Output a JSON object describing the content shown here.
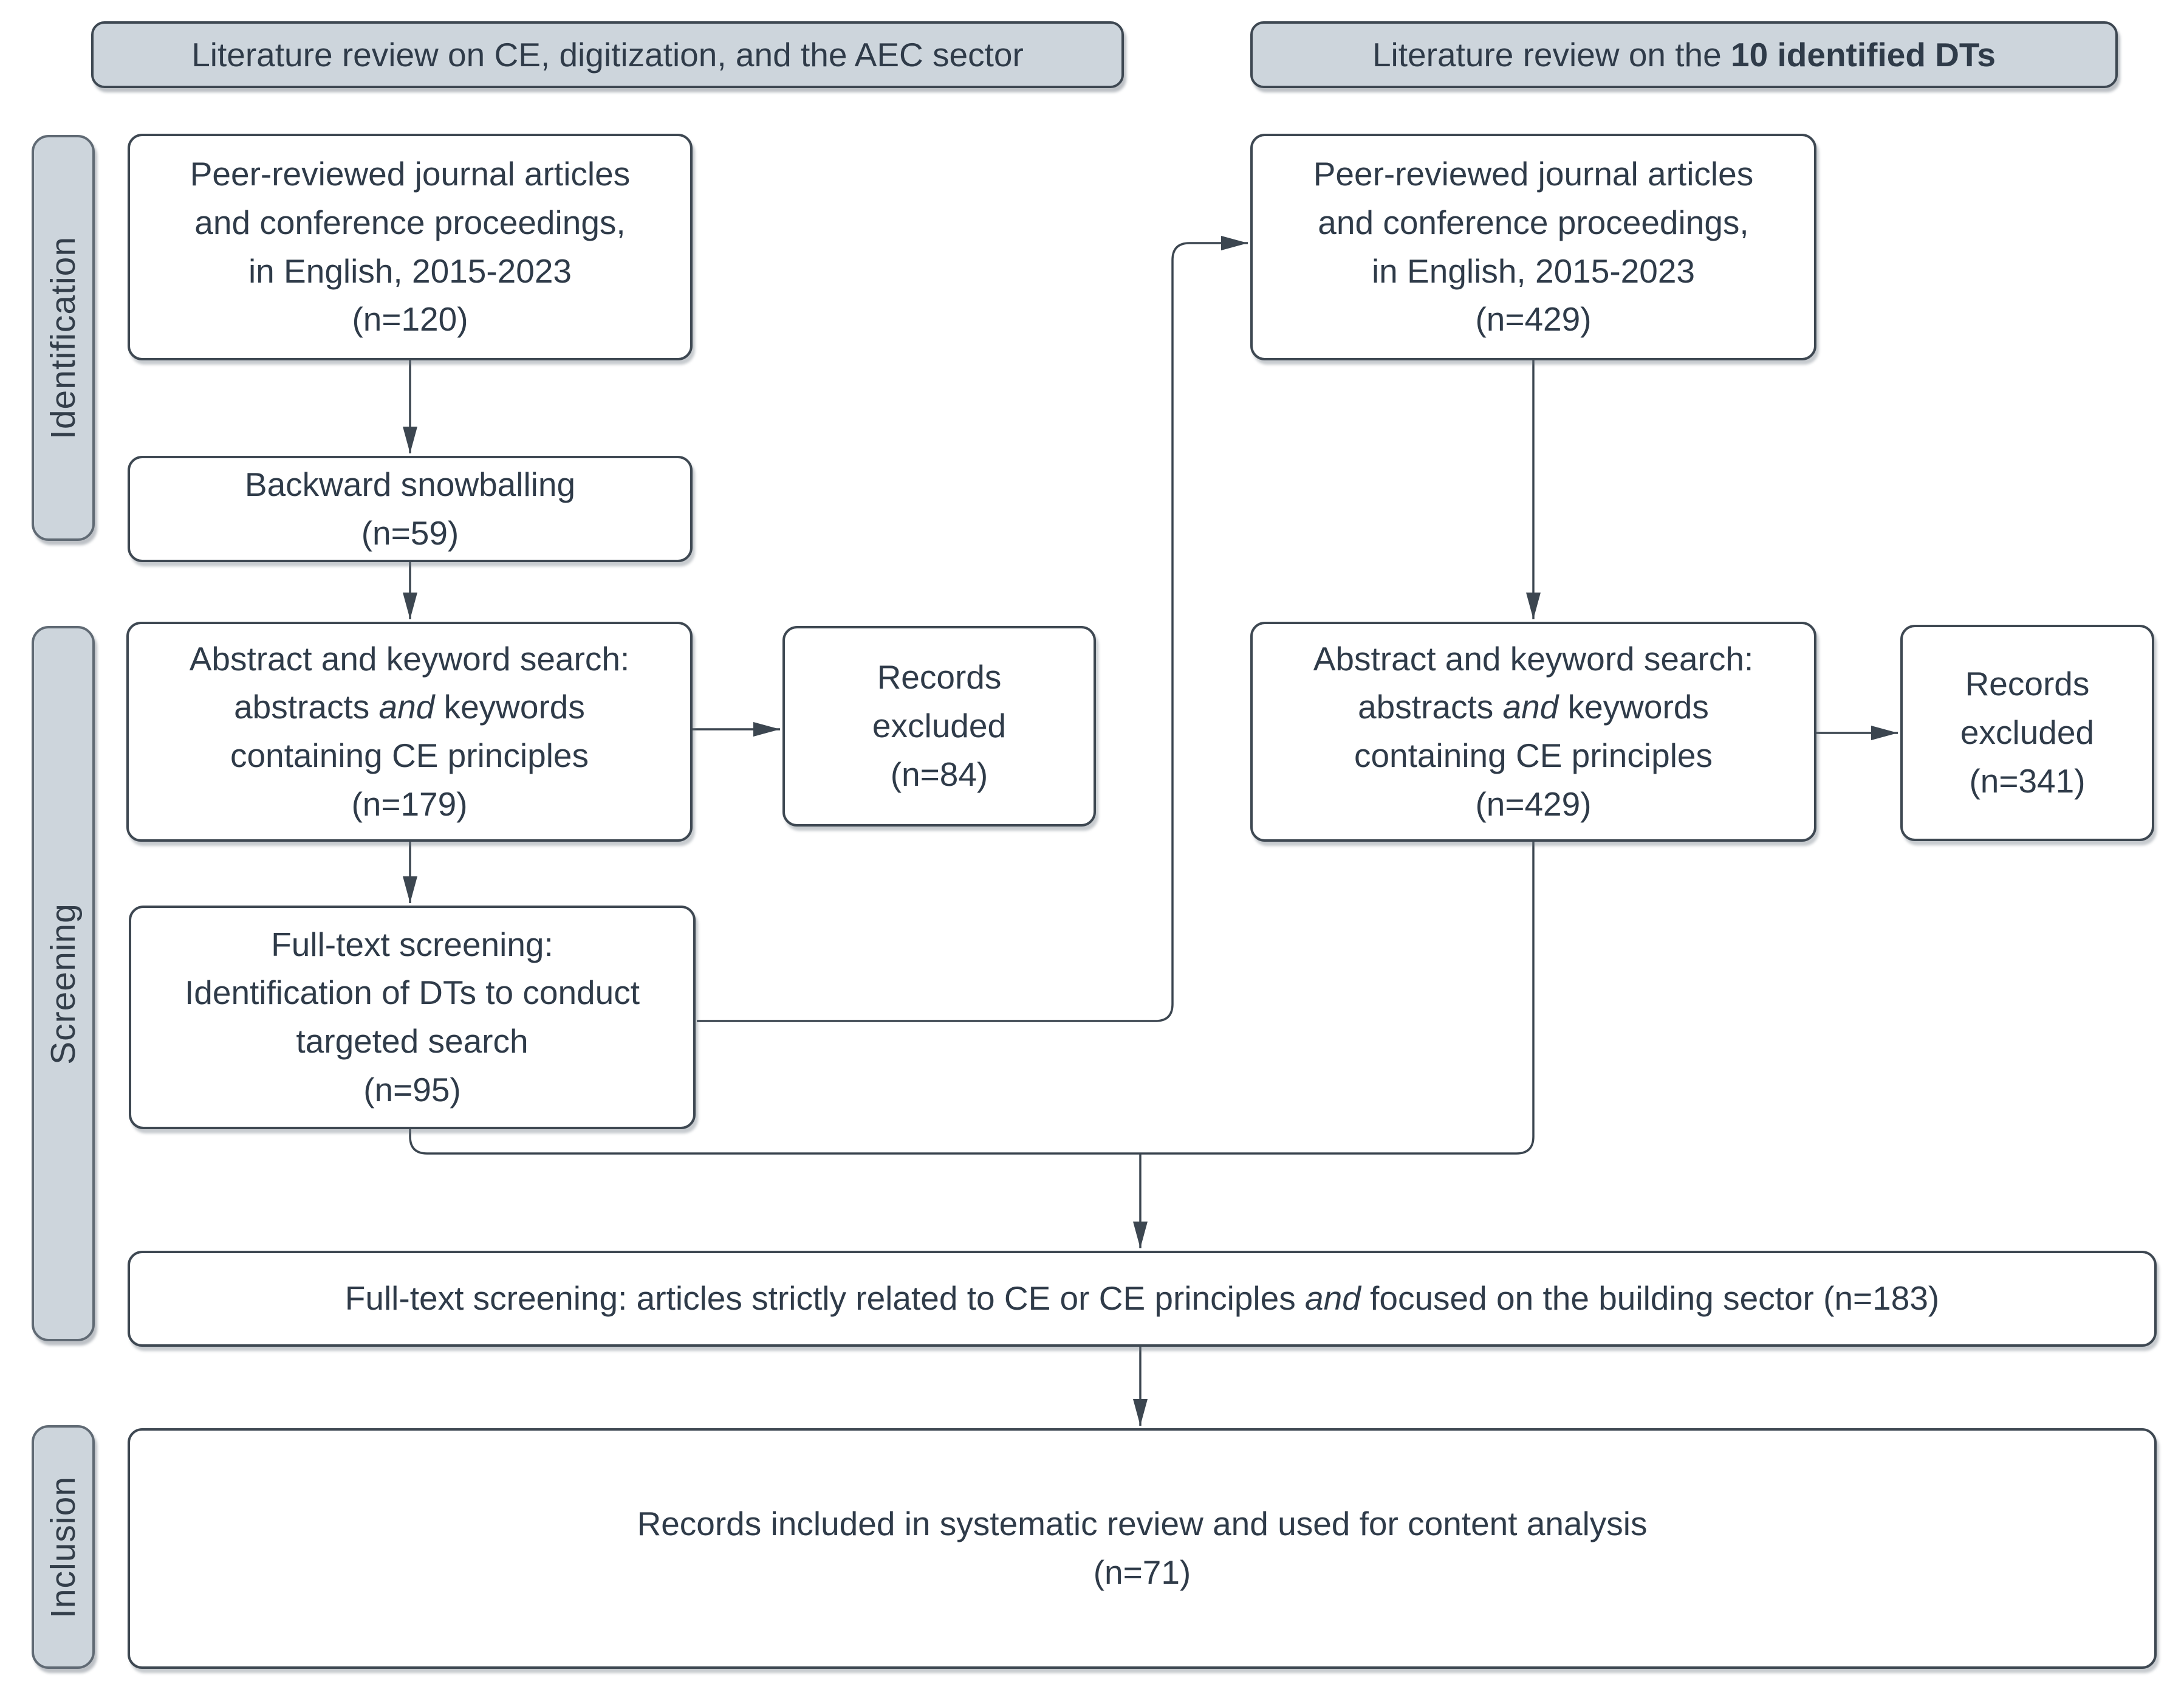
{
  "headers": {
    "left": "Literature review on CE, digitization, and the AEC sector",
    "right_parts": [
      {
        "text": "Literature review on the "
      },
      {
        "text": "10 identified DTs",
        "bold": true
      }
    ]
  },
  "sidebar": {
    "identification": "Identification",
    "screening": "Screening",
    "inclusion": "Inclusion"
  },
  "left_column": {
    "peer_reviewed": "Peer-reviewed journal articles\nand conference proceedings,\nin English, 2015-2023\n(n=120)",
    "backward_snowballing": "Backward snowballing\n(n=59)",
    "abstract_search_parts": [
      {
        "text": "Abstract and keyword search:\nabstracts "
      },
      {
        "text": "and",
        "italic": true
      },
      {
        "text": " keywords\ncontaining CE principles\n(n=179)"
      }
    ],
    "fulltext_screening": "Full-text screening:\nIdentification of DTs to conduct\ntargeted search\n(n=95)",
    "records_excluded": "Records\nexcluded\n(n=84)"
  },
  "right_column": {
    "peer_reviewed": "Peer-reviewed journal articles\nand conference proceedings,\nin English, 2015-2023\n(n=429)",
    "abstract_search_parts": [
      {
        "text": "Abstract and keyword search:\nabstracts "
      },
      {
        "text": "and",
        "italic": true
      },
      {
        "text": " keywords\ncontaining CE principles\n(n=429)"
      }
    ],
    "records_excluded": "Records\nexcluded\n(n=341)"
  },
  "bottom": {
    "fulltext_wide_parts": [
      {
        "text": "Full-text screening: articles strictly related to CE or CE principles "
      },
      {
        "text": "and",
        "italic": true
      },
      {
        "text": " focused on the building sector (n=183)"
      }
    ],
    "included": "Records included in systematic review and used for content analysis\n(n=71)"
  },
  "colors": {
    "label_fill": "#cdd5dc",
    "box_border": "#3e4852",
    "line": "#3c4650",
    "text": "#2f3b49",
    "background": "#ffffff"
  }
}
